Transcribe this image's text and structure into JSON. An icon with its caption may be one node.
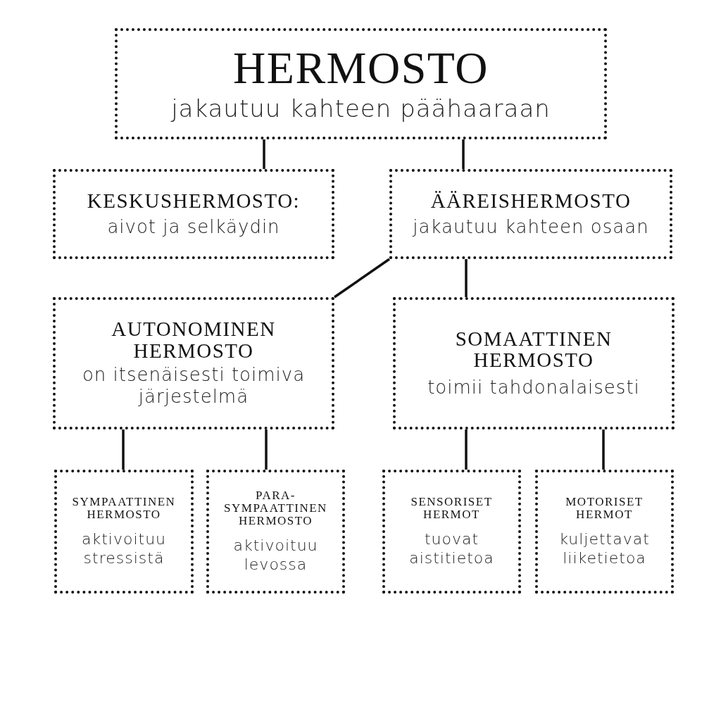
{
  "diagram": {
    "nodes": [
      {
        "text": [
          "HERMOSTO",
          "jakautuu kahteen päähaaraan"
        ]
      },
      {
        "text": [
          "KESKUSHERMOSTO:",
          "aivot ja selkäydin"
        ]
      },
      {
        "text": [
          "ÄÄREISHERMOSTO",
          "jakautuu kahteen osaan"
        ]
      },
      {
        "text": [
          "AUTONOMINEN HERMOSTO",
          "on itsenäisesti toimiva järjestelmä"
        ]
      },
      {
        "text": [
          "SOMAATTINEN HERMOSTO",
          "toimii tahdonalaisesti"
        ]
      },
      {
        "text": [
          "SYMPAATTINEN HERMOSTO",
          "aktivoituu stressistä"
        ]
      },
      {
        "text": [
          "PARA- SYMPAATTINEN HERMOSTO",
          "aktivoituu levossa"
        ]
      },
      {
        "text": [
          "SENSORISET HERMOT",
          "tuovat aistitietoa"
        ]
      },
      {
        "text": [
          "MOTORISET HERMOT",
          "kuljettavat liiketietoa"
        ]
      }
    ],
    "edges": [
      {
        "from": 0,
        "to": 1,
        "arrow": "none"
      },
      {
        "from": 0,
        "to": 2,
        "arrow": "none"
      },
      {
        "from": 2,
        "to": 3,
        "arrow": "none"
      },
      {
        "from": 2,
        "to": 4,
        "arrow": "none"
      },
      {
        "from": 3,
        "to": 5,
        "arrow": "none"
      },
      {
        "from": 3,
        "to": 6,
        "arrow": "none"
      },
      {
        "from": 4,
        "to": 7,
        "arrow": "none"
      },
      {
        "from": 4,
        "to": 8,
        "arrow": "none"
      }
    ]
  }
}
